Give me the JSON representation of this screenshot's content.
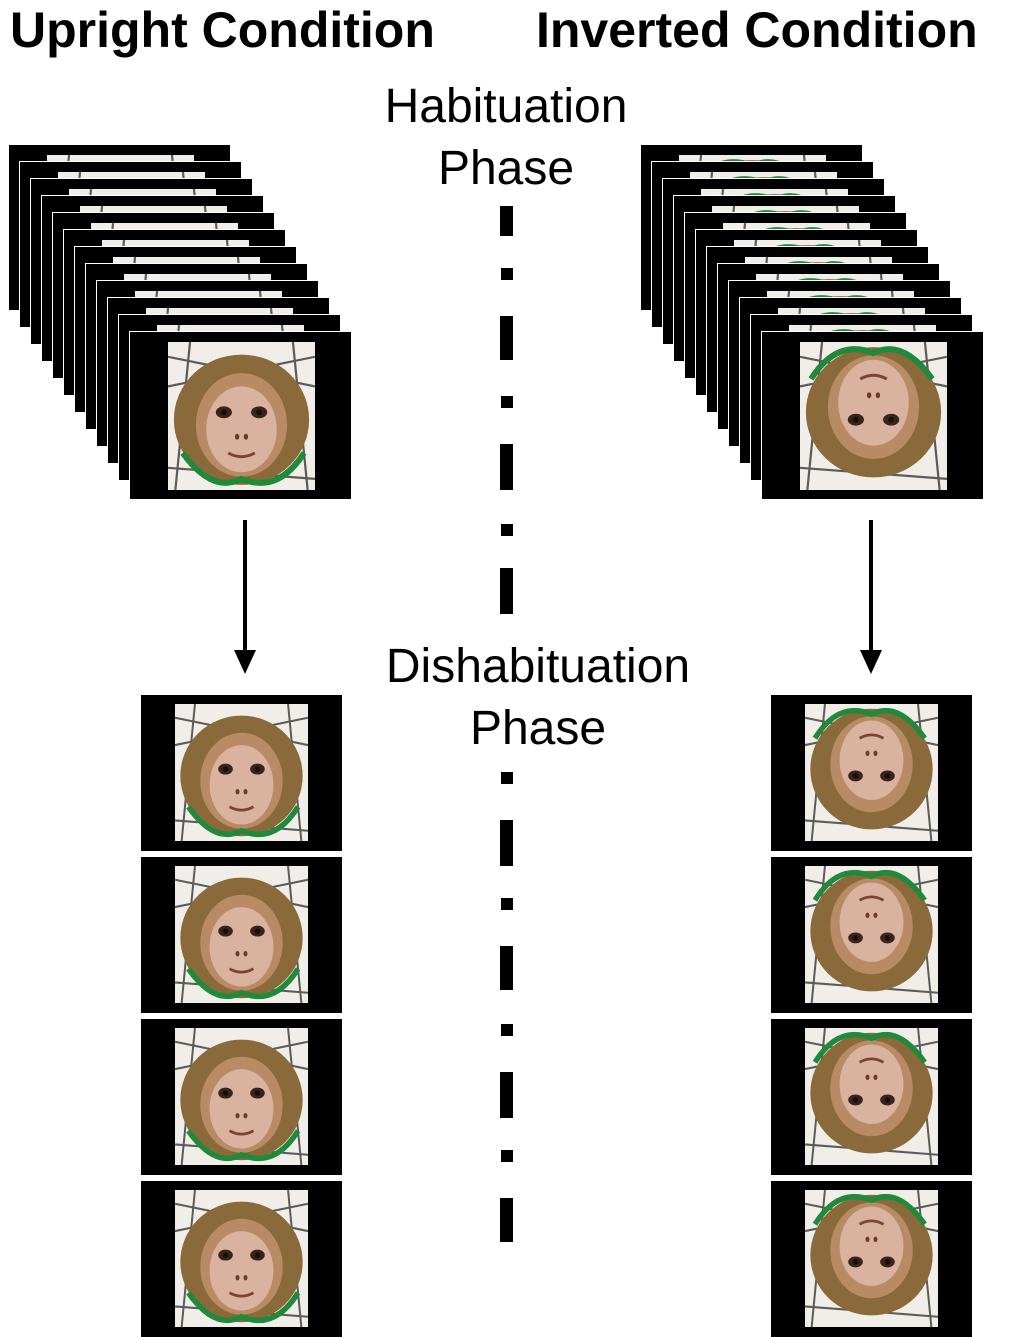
{
  "titles": {
    "upright": "Upright Condition",
    "inverted": "Inverted Condition"
  },
  "phases": {
    "habituation": [
      "Habituation",
      "Phase"
    ],
    "dishabituation": [
      "Dishabituation",
      "Phase"
    ]
  },
  "conditions": {
    "upright": {
      "orientation": "upright",
      "habituation_stack_count": 12,
      "dishabituation_count": 4
    },
    "inverted": {
      "orientation": "inverted",
      "habituation_stack_count": 12,
      "dishabituation_count": 4
    }
  },
  "colors": {
    "frame": "#000000",
    "fur": "#8a6a3a",
    "face": "#d9b3a0",
    "collar": "#1f8a3a",
    "cage": "#2a2a2a"
  },
  "icons": {
    "stimulus": "monkey-face-photo",
    "flow": "down-arrow"
  }
}
